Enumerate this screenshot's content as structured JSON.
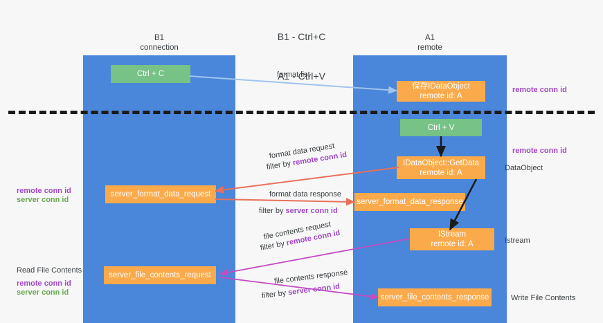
{
  "title": {
    "line1": "B1 - Ctrl+C",
    "line2": "A1 - Ctrl+V"
  },
  "columns": [
    {
      "name": "B1",
      "role": "connection"
    },
    {
      "name": "A1",
      "role": "remote"
    }
  ],
  "nodes": {
    "ctrl_c": {
      "label": "Ctrl + C",
      "color": "#76c287"
    },
    "ctrl_v": {
      "label": "Ctrl + V",
      "color": "#76c287"
    },
    "save_dataobject": {
      "label": "保存IDataObject",
      "sub": "remote id: A",
      "color": "#faaa4b"
    },
    "getdata": {
      "label": "IDataObject::GetData",
      "sub": "remote id: A",
      "color": "#faaa4b"
    },
    "istream": {
      "label": "IStream",
      "sub": "remote id: A",
      "color": "#faaa4b"
    },
    "server_format_data_request": {
      "label": "server_format_data_request",
      "color": "#faaa4b"
    },
    "server_format_data_response": {
      "label": "server_format_data_response",
      "color": "#faaa4b"
    },
    "server_file_contents_request": {
      "label": "server_file_contents_request",
      "color": "#faaa4b"
    },
    "server_file_contents_response": {
      "label": "server_file_contents_response",
      "color": "#faaa4b"
    }
  },
  "edge_labels": {
    "format_list": "format list",
    "format_data_request": "format data request",
    "format_data_request_filter_prefix": "filter by ",
    "format_data_request_filter_key": "remote conn id",
    "format_data_response": "format data response",
    "format_data_response_filter_prefix": "filter by ",
    "format_data_response_filter_key": "server conn id",
    "file_contents_request": "file contents request",
    "file_contents_request_filter_prefix": "filter by ",
    "file_contents_request_filter_key": "remote conn id",
    "file_contents_response": "file contents response",
    "file_contents_response_filter_prefix": "filter by ",
    "file_contents_response_filter_key": "server conn id"
  },
  "side_labels": {
    "right_remote_conn_id_top": "remote conn id",
    "right_remote_conn_id_mid": "remote conn id",
    "right_dataobject": "DataObject",
    "right_istream": "Istream",
    "right_write_file_contents": "Write File Contents",
    "left_remote_conn_id": "remote conn id",
    "left_server_conn_id": "server conn id",
    "left_read_file_contents": "Read File Contents",
    "left_remote_conn_id_2": "remote conn id",
    "left_server_conn_id_2": "server conn id"
  },
  "colors": {
    "lane": "#4a86d9",
    "orange": "#faaa4b",
    "green": "#76c287",
    "purple": "#a347c7",
    "green_text": "#6aa84f",
    "arrow_blue": "#9fc5f0",
    "arrow_red": "#e8705a",
    "arrow_magenta": "#c44cc4",
    "arrow_black": "#1b1b1b",
    "background": "#f7f7f7"
  }
}
